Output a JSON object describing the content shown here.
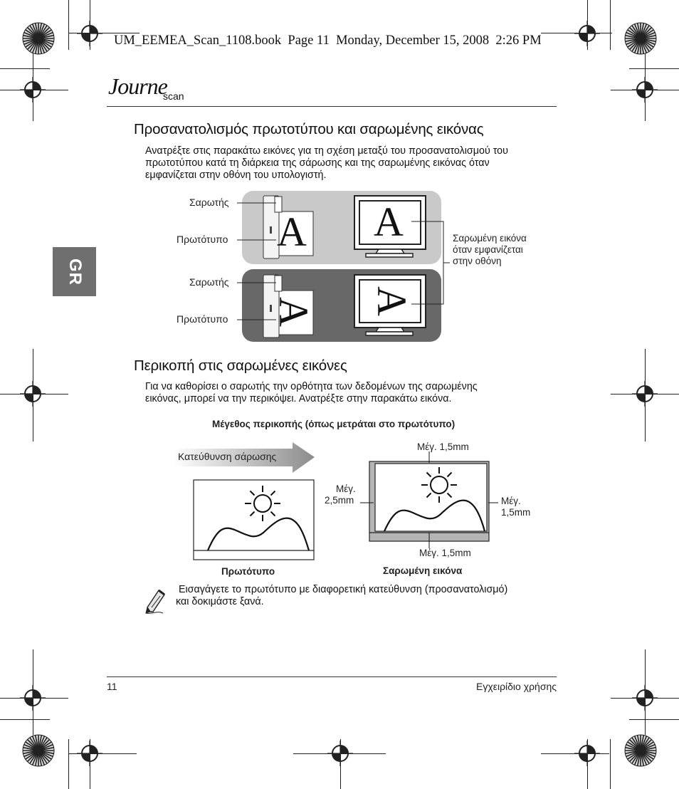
{
  "print_header": "UM_EEMEA_Scan_1108.book  Page 11  Monday, December 15, 2008  2:26 PM",
  "logo": {
    "script": "Journe",
    "word": "scan"
  },
  "language_tab": "GR",
  "section1": {
    "title": "Προσανατολισμός πρωτοτύπου και σαρωμένης εικόνας",
    "paragraph_lines": [
      "Ανατρέξτε στις παρακάτω εικόνες για τη σχέση μεταξύ του προσανατολισμού του",
      "πρωτοτύπου κατά τη διάρκεια της σάρωσης και της σαρωμένης εικόνας όταν",
      "εμφανίζεται στην οθόνη του υπολογιστή."
    ],
    "figure": {
      "label_scanner_1": "Σαρωτής",
      "label_original_1": "Πρωτότυπο",
      "label_scanner_2": "Σαρωτής",
      "label_original_2": "Πρωτότυπο",
      "glyph": "A",
      "callout_lines": [
        "Σαρωμένη εικόνα",
        "όταν εμφανίζεται",
        "στην οθόνη"
      ]
    }
  },
  "section2": {
    "title": "Περικοπή στις σαρωμένες εικόνες",
    "paragraph_lines": [
      "Για να καθορίσει ο σαρωτής την ορθότητα των δεδομένων της σαρωμένης",
      "εικόνας, μπορεί να την περικόψει. Ανατρέξτε στην παρακάτω εικόνα."
    ],
    "figure": {
      "caption": "Μέγεθος περικοπής (όπως μετράται στο πρωτότυπο)",
      "direction_label": "Κατεύθυνση σάρωσης",
      "top_margin": "Μέγ. 1,5mm",
      "left_margin_lines": [
        "Μέγ.",
        "2,5mm"
      ],
      "right_margin_lines": [
        "Μέγ.",
        "1,5mm"
      ],
      "bottom_margin": "Μέγ. 1,5mm",
      "original_label": "Πρωτότυπο",
      "scanned_label": "Σαρωμένη εικόνα"
    }
  },
  "note_lines": [
    " Εισαγάγετε το πρωτότυπο με διαφορετική κατεύθυνση (προσανατολισμό)",
    "και δοκιμάστε ξανά."
  ],
  "footer": {
    "page_number": "11",
    "manual_title": "Εγχειρίδιο χρήσης"
  }
}
